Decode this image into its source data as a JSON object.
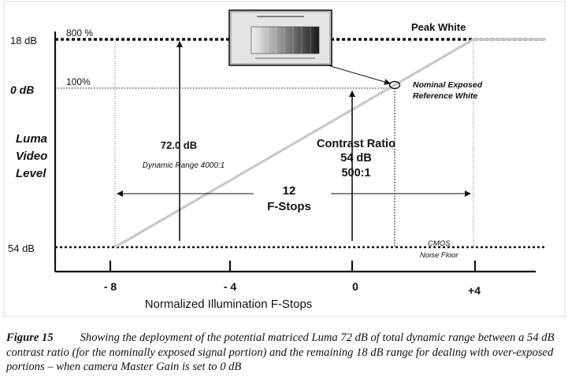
{
  "diagram": {
    "y_axis": {
      "levels": [
        {
          "label": "18 dB",
          "percent": "800 %"
        },
        {
          "label": "0 dB",
          "percent": "100%"
        },
        {
          "label": "54 dB",
          "percent": ""
        }
      ],
      "title": [
        "Luma",
        "Video",
        "Level"
      ]
    },
    "x_axis": {
      "ticks": [
        "- 8",
        "- 4",
        "0",
        "+4"
      ],
      "title": "Normalized Illumination  F-Stops"
    },
    "annotations": {
      "peak_white": "Peak White",
      "reference_white": [
        "Nominal Exposed",
        "Reference White"
      ],
      "noise_floor": [
        "CMOS",
        "Noise Floor"
      ],
      "total_range_value": "72.0 dB",
      "total_range_label": "Dynamic  Range 4000:1",
      "contrast_title": "Contrast Ratio",
      "contrast_db": "54 dB",
      "contrast_ratio": "500:1",
      "stops_value": "12",
      "stops_label": "F-Stops"
    },
    "colors": {
      "line": "#111111",
      "ramp": "#c8c8c8",
      "frame": "#d9d9d9"
    }
  },
  "caption": {
    "label": "Figure 15",
    "text": "Showing the deployment of the potential matriced Luma 72 dB of total dynamic range between a 54 dB contrast ratio (for the nominally exposed signal portion) and the remaining 18 dB range for dealing with over-exposed portions – when camera Master Gain is set to 0 dB"
  }
}
